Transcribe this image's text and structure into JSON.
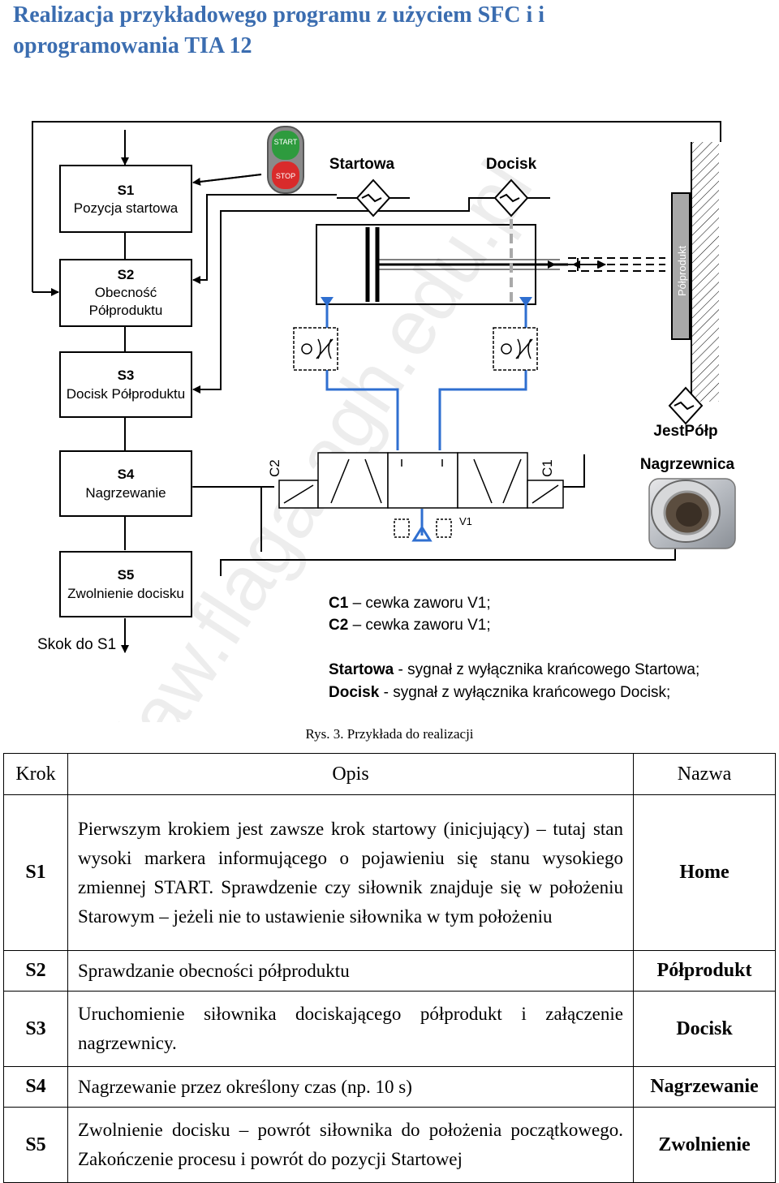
{
  "title": {
    "line1": "Realizacja przykładowego programu z użyciem SFC i i",
    "line2": "oprogramowania TIA 12"
  },
  "diagram": {
    "steps": [
      {
        "code": "S1",
        "label": "Pozycja startowa"
      },
      {
        "code": "S2",
        "label_line1": "Obecność",
        "label_line2": "Półproduktu"
      },
      {
        "code": "S3",
        "label": "Docisk Półproduktu"
      },
      {
        "code": "S4",
        "label": "Nagrzewanie"
      },
      {
        "code": "S5",
        "label": "Zwolnienie docisku"
      }
    ],
    "jump_label": "Skok do S1",
    "button_start": "START",
    "button_stop": "STOP",
    "sensor_startowa": "Startowa",
    "sensor_docisk": "Docisk",
    "sensor_jestpolp": "JestPółp",
    "heater_label": "Nagrzewnica",
    "product_label": "Półprodukt",
    "coil_c1": "C1",
    "coil_c2": "C2",
    "valve_v1": "V1",
    "legend": {
      "c1_code": "C1",
      "c1_text": " – cewka zaworu V1;",
      "c2_code": "C2",
      "c2_text": " – cewka zaworu V1;",
      "startowa_code": "Startowa",
      "startowa_text": " - sygnał z wyłącznika krańcowego Startowa;",
      "docisk_code": "Docisk",
      "docisk_text": " - sygnał z wyłącznika krańcowego Docisk;"
    },
    "watermark": "stanislaw.flaga.agh.edu.pl"
  },
  "caption": "Rys. 3. Przykłada do realizacji",
  "table": {
    "headers": [
      "Krok",
      "Opis",
      "Nazwa"
    ],
    "rows": [
      {
        "step": "S1",
        "desc": "Pierwszym krokiem jest zawsze krok startowy (inicjujący) – tutaj stan wysoki markera informującego o pojawieniu się stanu wysokiego zmiennej START. Sprawdzenie czy siłownik znajduje się w położeniu Starowym – jeżeli nie to ustawienie siłownika w tym położeniu",
        "name": "Home"
      },
      {
        "step": "S2",
        "desc": "Sprawdzanie obecności półproduktu",
        "name": "Półprodukt"
      },
      {
        "step": "S3",
        "desc": "Uruchomienie siłownika dociskającego półprodukt i załączenie nagrzewnicy.",
        "name": "Docisk"
      },
      {
        "step": "S4",
        "desc": "Nagrzewanie przez określony czas (np. 10 s)",
        "name": "Nagrzewanie"
      },
      {
        "step": "S5",
        "desc": "Zwolnienie docisku – powrót siłownika do położenia początkowego. Zakończenie procesu i powrót do pozycji Startowej",
        "name": "Zwolnienie"
      }
    ]
  }
}
